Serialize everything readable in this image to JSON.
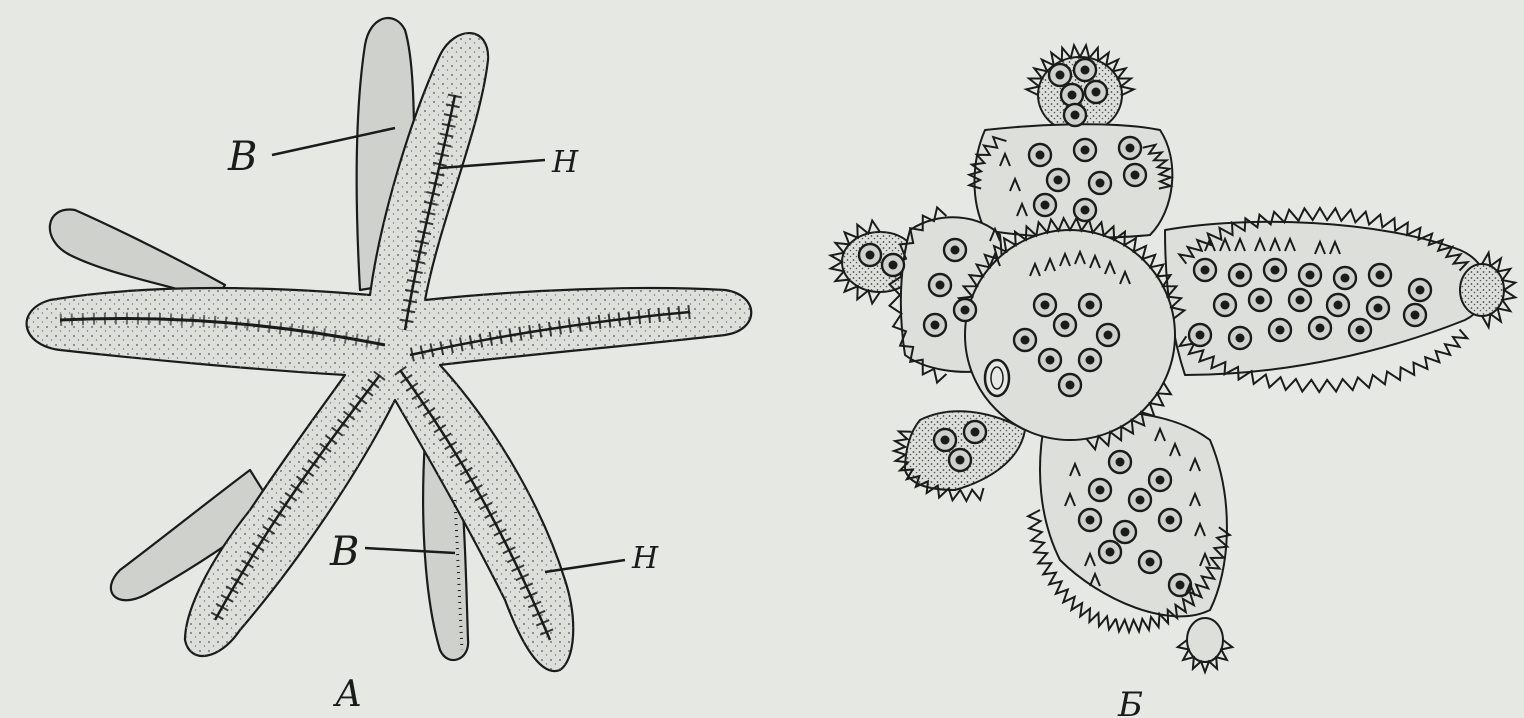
{
  "figure_a": {
    "caption": "А",
    "labels": {
      "upper_left": "В",
      "upper_right": "Н",
      "lower_left": "В",
      "lower_right": "Н"
    }
  },
  "figure_b": {
    "caption": "Б"
  },
  "colors": {
    "background": "#e6e8e4",
    "ink": "#1b1b1b",
    "body_fill": "#dde0da",
    "hidden_arm_fill": "#cfd2cc"
  }
}
